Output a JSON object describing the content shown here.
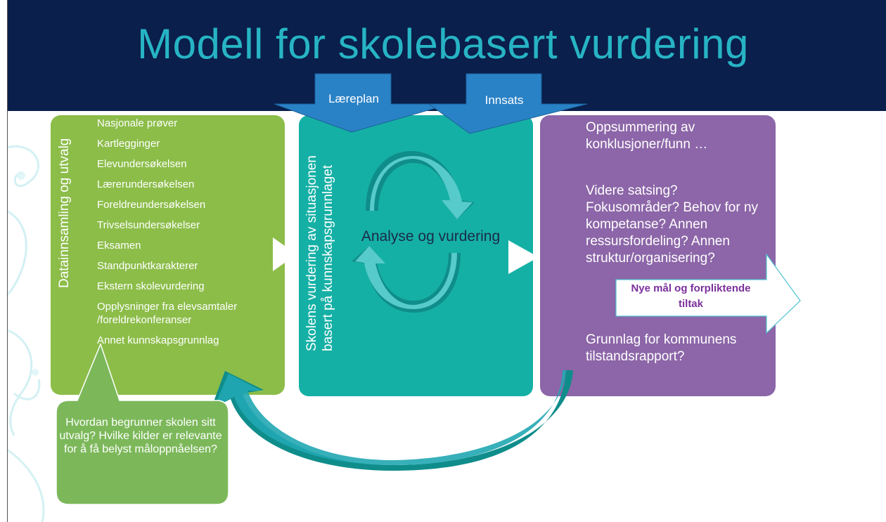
{
  "title": "Modell for skolebasert vurdering",
  "colors": {
    "header_bg": "#0a1f4b",
    "title": "#27b4c4",
    "green": "#8cbd49",
    "teal": "#15b0a5",
    "purple": "#8c66a8",
    "arrow_blue": "#2a82c6",
    "bubble_green": "#7cb85a",
    "highlight_text": "#7b2f9b"
  },
  "top_arrows": {
    "left": "Læreplan",
    "right": "Innsats"
  },
  "data_box": {
    "vertical_label": "Datainnsamling og utvalg",
    "items": [
      "Nasjonale prøver",
      "Kartlegginger",
      "Elevundersøkelsen",
      "Lærerundersøkelsen",
      "Foreldreundersøkelsen",
      "Trivselsundersøkelser",
      "Eksamen",
      "Standpunktkarakterer",
      "Ekstern skolevurdering",
      "Opplysninger fra elevsamtaler /foreldrekonferanser",
      "Annet kunnskapsgrunnlag"
    ]
  },
  "analysis_box": {
    "vertical_label_line1": "Skolens vurdering av situasjonen",
    "vertical_label_line2": "basert på kunnskapsgrunnlaget",
    "cycle_label": "Analyse og vurdering"
  },
  "result_box": {
    "para1": "Oppsummering av konklusjoner/funn …",
    "para2": "Videre satsing? Fokusområder? Behov for ny kompetanse? Annen ressursfordeling? Annen struktur/organisering?",
    "para3": "Grunnlag for kommunens tilstandsrapport?"
  },
  "output_arrow": "Nye mål og forpliktende tiltak",
  "callout": "Hvordan begrunner skolen sitt utvalg? Hvilke kilder er relevante for å få belyst måloppnåelsen?",
  "icons": [
    "swirl-decoration",
    "cycle-arrows",
    "feedback-arrow",
    "play-arrow"
  ]
}
